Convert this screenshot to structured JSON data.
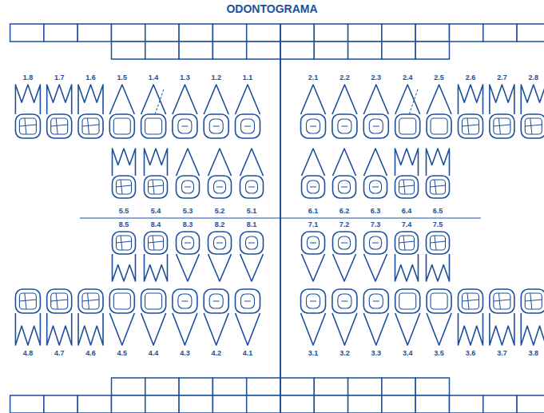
{
  "diagram": {
    "title": "ODONTOGRAMA",
    "labels": [
      "1.8",
      "1.7",
      "1.6",
      "1.5",
      "1.4",
      "1.3",
      "1.2",
      "1.1",
      "2.1",
      "2.2",
      "2.3",
      "2.4",
      "2.5",
      "2.6",
      "2.7",
      "2.8",
      "5.5",
      "5.4",
      "5.3",
      "5.2",
      "5.1",
      "6.1",
      "6.2",
      "6.3",
      "6.4",
      "6.5",
      "8.5",
      "8.4",
      "8.3",
      "8.2",
      "8.1",
      "7.1",
      "7.2",
      "7.3",
      "7.4",
      "7.5",
      "4.8",
      "4.7",
      "4.6",
      "4.5",
      "4.4",
      "4.3",
      "4.2",
      "4.1",
      "3.1",
      "3.2",
      "3.3",
      "3.4",
      "3.5",
      "3.6",
      "3.7",
      "3.8"
    ]
  }
}
